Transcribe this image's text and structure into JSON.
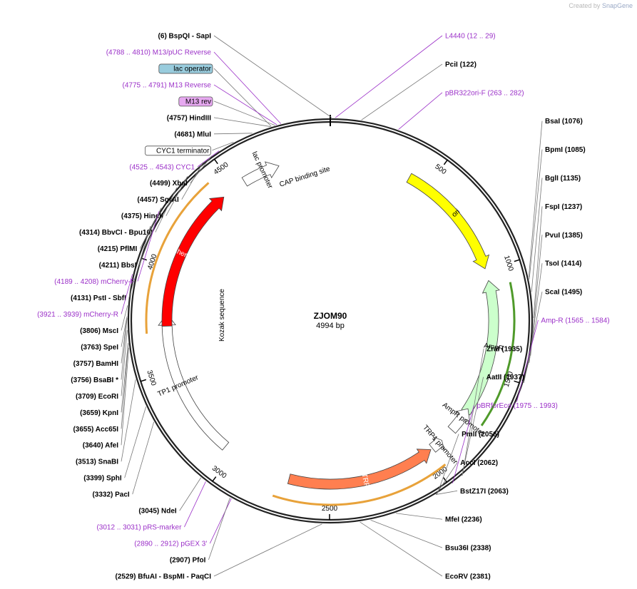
{
  "credit": {
    "prefix": "Created by",
    "brand": "SnapGene"
  },
  "plasmid": {
    "name": "ZJOM90",
    "size_label": "4994 bp",
    "length": 4994
  },
  "colors": {
    "primer": "#9b30c8",
    "backbone": "#222222",
    "tick": "#555555",
    "yellow": "#ffff00",
    "red": "#ff0000",
    "coral": "#ff7f50",
    "ampr": "#ccffcc",
    "white": "#ffffff",
    "lac_operator": "#99ccdd",
    "m13_rev": "#e6a8f0",
    "cap": "#1f6f9b"
  },
  "ticks": [
    "500",
    "1000",
    "1500",
    "2000",
    "2500",
    "3000",
    "3500",
    "4000",
    "4500"
  ],
  "features": [
    {
      "name": "ori",
      "kind": "arrow",
      "color": "yellow",
      "start": 400,
      "end": 990,
      "dir": "cw"
    },
    {
      "name": "AmpR",
      "kind": "arrow",
      "color": "ampr",
      "start": 1050,
      "end": 1720,
      "dir": "ccw"
    },
    {
      "name": "AmpR promoter",
      "kind": "arrow",
      "color": "white",
      "start": 1700,
      "end": 1830,
      "dir": "ccw"
    },
    {
      "name": "TRP1 promoter",
      "kind": "arrow",
      "color": "white",
      "start": 1900,
      "end": 1960,
      "dir": "ccw"
    },
    {
      "name": "TRP1",
      "kind": "arrow",
      "color": "coral",
      "start": 1970,
      "end": 2700,
      "dir": "ccw"
    },
    {
      "name": "TP1 promoter",
      "kind": "arrow",
      "color": "white",
      "start": 3050,
      "end": 3780,
      "dir": "cw"
    },
    {
      "name": "mCherry",
      "kind": "arrow",
      "color": "red",
      "start": 3720,
      "end": 4430,
      "dir": "cw"
    },
    {
      "name": "lac promoter",
      "kind": "arrow",
      "color": "white",
      "start": 4555,
      "end": 4740,
      "dir": "cw"
    },
    {
      "name": "Kozak sequence",
      "kind": "label"
    },
    {
      "name": "CAP binding site",
      "kind": "label"
    }
  ],
  "labels_left": [
    {
      "text": "(6)  BspQI   - SapI",
      "pos": 6
    },
    {
      "text": "(4788 .. 4810)  M13/pUC Reverse",
      "pos": 4799,
      "primer": true
    },
    {
      "text": "lac operator",
      "pos": 4760,
      "boxed": "lac_operator"
    },
    {
      "text": "(4775 .. 4791)  M13 Reverse",
      "pos": 4783,
      "primer": true
    },
    {
      "text": "M13 rev",
      "pos": 4775,
      "boxed": "m13_rev"
    },
    {
      "text": "(4757)  HindIII",
      "pos": 4757
    },
    {
      "text": "(4681)  MluI",
      "pos": 4681
    },
    {
      "text": "CYC1 terminator",
      "pos": 4600,
      "boxed": "white"
    },
    {
      "text": "(4525 .. 4543)  CYC1",
      "pos": 4534,
      "primer": true
    },
    {
      "text": "(4499)  XbaI",
      "pos": 4499
    },
    {
      "text": "(4457)  SgrAI",
      "pos": 4457
    },
    {
      "text": "(4375)  HincII",
      "pos": 4375
    },
    {
      "text": "(4314)  BbvCI   - Bpu10I",
      "pos": 4314
    },
    {
      "text": "(4215)  PflMI",
      "pos": 4215
    },
    {
      "text": "(4211)  BbsI",
      "pos": 4211
    },
    {
      "text": "(4189 .. 4208)  mCherry-F",
      "pos": 4198,
      "primer": true
    },
    {
      "text": "(4131)  PstI   - SbfI",
      "pos": 4131
    },
    {
      "text": "(3921 .. 3939)  mCherry-R",
      "pos": 3930,
      "primer": true
    },
    {
      "text": "(3806)  MscI",
      "pos": 3806
    },
    {
      "text": "(3763)  SpeI",
      "pos": 3763
    },
    {
      "text": "(3757)  BamHI",
      "pos": 3757
    },
    {
      "text": "(3756)  BsaBI *",
      "pos": 3756
    },
    {
      "text": "(3709)  EcoRI",
      "pos": 3709
    },
    {
      "text": "(3659)  KpnI",
      "pos": 3659
    },
    {
      "text": "(3655)  Acc65I",
      "pos": 3655
    },
    {
      "text": "(3640)  AfeI",
      "pos": 3640
    },
    {
      "text": "(3513)  SnaBI",
      "pos": 3513
    },
    {
      "text": "(3399)  SphI",
      "pos": 3399
    },
    {
      "text": "(3332)  PacI",
      "pos": 3332
    },
    {
      "text": "(3045)  NdeI",
      "pos": 3045
    },
    {
      "text": "(3012 .. 3031)  pRS-marker",
      "pos": 3021,
      "primer": true
    },
    {
      "text": "(2890 .. 2912)  pGEX 3'",
      "pos": 2901,
      "primer": true
    },
    {
      "text": "(2907)  PfoI",
      "pos": 2907
    },
    {
      "text": "(2529)  BfuAI   - BspMI   - PaqCI",
      "pos": 2529
    }
  ],
  "labels_right": [
    {
      "text": "L4440   (12 .. 29)",
      "pos": 20,
      "primer": true
    },
    {
      "text": "PciI   (122)",
      "pos": 122
    },
    {
      "text": "pBR322ori-F   (263 .. 282)",
      "pos": 272,
      "primer": true
    },
    {
      "text": "BsaI   (1076)",
      "pos": 1076
    },
    {
      "text": "BpmI   (1085)",
      "pos": 1085
    },
    {
      "text": "BglI   (1135)",
      "pos": 1135
    },
    {
      "text": "FspI   (1237)",
      "pos": 1237
    },
    {
      "text": "PvuI   (1385)",
      "pos": 1385
    },
    {
      "text": "TsoI   (1414)",
      "pos": 1414
    },
    {
      "text": "ScaI   (1495)",
      "pos": 1495
    },
    {
      "text": "Amp-R   (1565 .. 1584)",
      "pos": 1574,
      "primer": true
    },
    {
      "text": "ZraI   (1935)",
      "pos": 1935
    },
    {
      "text": "AatII   (1937)",
      "pos": 1937
    },
    {
      "text": "pBRforEco   (1975 .. 1993)",
      "pos": 1984,
      "primer": true
    },
    {
      "text": "PmlI   (2056)",
      "pos": 2056
    },
    {
      "text": "AccI   (2062)",
      "pos": 2062
    },
    {
      "text": "BstZ17I   (2063)",
      "pos": 2063
    },
    {
      "text": "MfeI   (2236)",
      "pos": 2236
    },
    {
      "text": "Bsu36I   (2338)",
      "pos": 2338
    },
    {
      "text": "EcoRV   (2381)",
      "pos": 2381
    }
  ]
}
